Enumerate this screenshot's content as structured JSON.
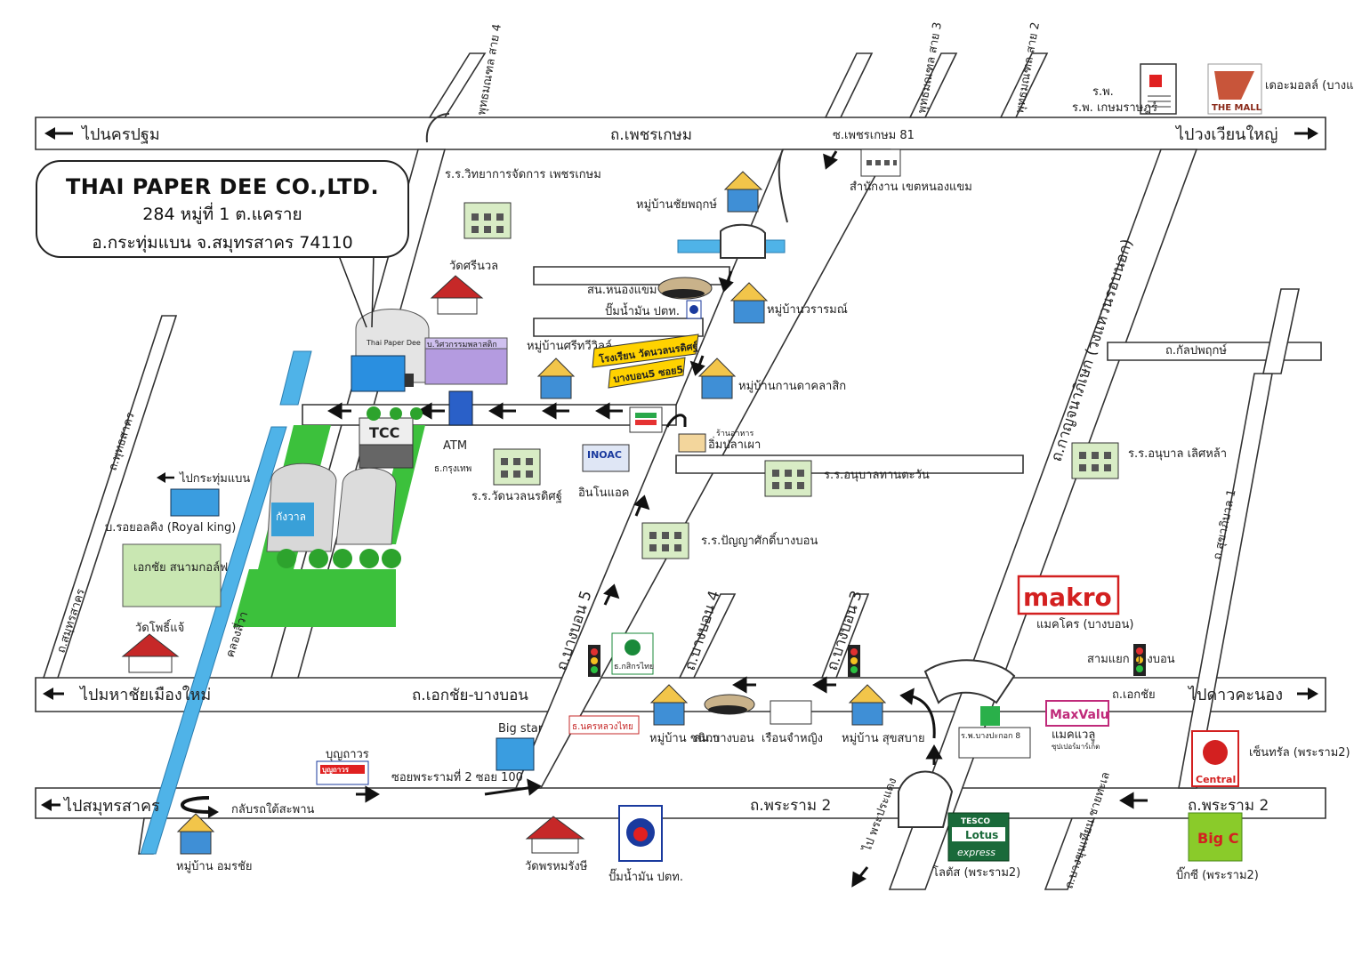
{
  "company": {
    "name": "THAI PAPER DEE CO.,LTD.",
    "address_line1": "284 หมู่ที่ 1 ต.แคราย",
    "address_line2": "อ.กระทุ่มแบน จ.สมุทรสาคร 74110"
  },
  "directions": {
    "nakhon_pathom": "ไปนครปฐม",
    "wongwian_yai": "ไปวงเวียนใหญ่",
    "mahachai": "ไปมหาชัยเมืองใหม่",
    "dao_khanong": "ไปดาวคะนอง",
    "samut_sakhon": "ไปสมุทรสาคร",
    "krathum_baen": "ไปกระทุ่มแบน",
    "phra_pradaeng": "ไป พระประแดง",
    "u_turn": "กลับรถใต้สะพาน"
  },
  "roads": {
    "phetkasem": "ถ.เพชรเกษม",
    "phetkasem_81": "ซ.เพชรเกษม 81",
    "ekkachai_bangbon": "ถ.เอกชัย-บางบอน",
    "ekkachai": "ถ.เอกชัย",
    "rama2_left": "ถ.พระราม 2",
    "rama2_right": "ถ.พระราม 2",
    "kanchanaphisek": "ถ.กาญจนาภิเษก (วงแหวนรอบนอก)",
    "kanlapaphruek": "ถ.กัลปพฤกษ์",
    "suksawat": "ถ.สุขาภิบาล 1",
    "phutthasakhon": "ถ.พุทธสาคร",
    "samutsakhon_rd": "ถ.สมุทรสาคร",
    "bangbon5": "ถ.บางบอน 5",
    "bangbon4": "ถ.บางบอน 4",
    "bangbon3": "ถ.บางบอน 3",
    "bangkhunthian": "ถ.บางขุนเทียน ชายทะเล",
    "phuttha4": "พุทธมณฑล สาย 4",
    "phuttha3": "พุทธมณฑล สาย 3",
    "phuttha2": "พุทธมณฑล สาย 2",
    "khlong": "คลองสี่วา",
    "rama2_soi100": "ซอยพระรามที่ 2 ซอย 100"
  },
  "places": {
    "hospital": "ร.พ. เกษมราษฎร์",
    "the_mall_logo": "THE MALL",
    "the_mall": "เดอะมอลล์ (บางแค)",
    "school_wittaya": "ร.ร.วิทยาการจัดการ เพชรเกษม",
    "village_chaiyaphruek": "หมู่บ้านชัยพฤกษ์",
    "district_office": "สำนักงาน เขตหนองแขม",
    "wat_srinuan": "วัดศรีนวล",
    "police_nongkhaem": "สน.หนองแขม",
    "ptt_station_top": "ปั๊มน้ำมัน ปตท.",
    "village_waraporn": "หมู่บ้านวรารมณ์",
    "thai_paper_dee_bldg": "Thai Paper Dee",
    "wisawa_plastic": "บ.วิศวกรรมพลาสติก",
    "village_srithawee": "หมู่บ้านศรีทวีวิลล์",
    "school_sign1": "โรงเรียน วัดนวลนรดิศฐ์",
    "school_sign2": "บางบอน5 ซอย5",
    "village_kan": "หมู่บ้านกานดาคลาสิก",
    "tcc": "TCC",
    "atm": "ATM",
    "bangkok_bank": "ธ.กรุงเทพ",
    "restaurant_prefix": "ร้านอาหาร",
    "restaurant": "อิ่มปลาเผา",
    "inoac_logo": "INOAC",
    "inoac": "อินโนแอค",
    "school_watnuan": "ร.ร.วัดนวลนรดิศฐ์",
    "school_anuban_thantawan": "ร.ร.อนุบาลทานตะวัน",
    "school_anuban_lertla": "ร.ร.อนุบาล เลิศหล้า",
    "school_panya": "ร.ร.ปัญญาศักดิ์บางบอน",
    "royal_king": "บ.รอยอลคิง (Royal king)",
    "golf": "เอกชัย สนามกอล์ฟ",
    "kangwal": "กังวาล",
    "wat_phosaechae": "วัดโพธิ์แจ้",
    "makro_logo": "makro",
    "makro": "แมคโคร (บางบอน)",
    "samyaek_bangbon": "สามแยก บางบอน",
    "kasikorn": "ธ.กสิกรไทย",
    "krungthai": "ธ.นครหลวงไทย",
    "village_chanika": "หมู่บ้าน ชนิกา",
    "police_bangbon": "สน.บางบอน",
    "women_prison": "เรือนจำหญิง",
    "village_suksabai": "หมู่บ้าน สุขสบาย",
    "hospital_bangpakok": "ร.พ.บางปะกอก 8",
    "maxvalu_logo": "MaxValu",
    "maxvalu": "แมคแวลู",
    "maxvalu_sub": "ซุปเปอร์มาร์เก็ต",
    "central_logo": "Central",
    "central": "เซ็นทรัล (พระราม2)",
    "big_star": "Big star",
    "boonthavorn_logo": "บุญถาวร",
    "boonthavorn": "บุญถาวร",
    "village_amornchai": "หมู่บ้าน อมรชัย",
    "wat_phrom": "วัดพรหมรังษี",
    "ptt_station_bottom": "ปั๊มน้ำมัน ปตท.",
    "tesco_logo": "TESCO",
    "lotus_logo": "Lotus",
    "express_logo": "express",
    "lotus": "โลตัส (พระราม2)",
    "bigc_logo": "Big C",
    "bigc": "บิ๊กซี (พระราม2)"
  },
  "colors": {
    "road_fill": "#ffffff",
    "road_edge": "#333333",
    "canal": "#4fb3e8",
    "green": "#3cc13c",
    "house_blue": "#3f8fd6",
    "house_roof": "#f2c54a",
    "temple_roof": "#c62828",
    "accent_yellow": "#ffd200"
  }
}
